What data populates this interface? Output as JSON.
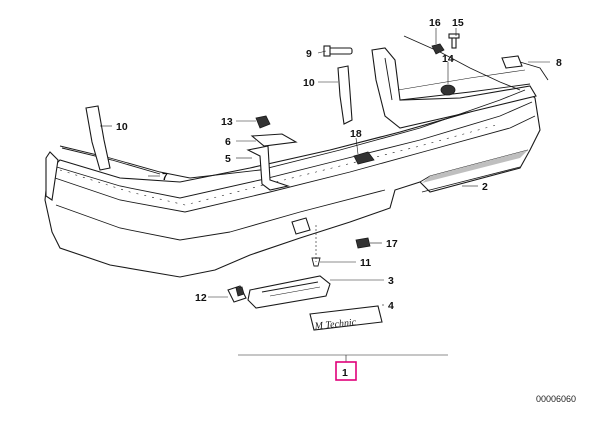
{
  "diagram": {
    "callouts": [
      {
        "id": "16",
        "text": "16"
      },
      {
        "id": "15",
        "text": "15"
      },
      {
        "id": "9",
        "text": "9"
      },
      {
        "id": "8",
        "text": "8"
      },
      {
        "id": "14",
        "text": "14"
      },
      {
        "id": "10a",
        "text": "10"
      },
      {
        "id": "10b",
        "text": "10"
      },
      {
        "id": "13",
        "text": "13"
      },
      {
        "id": "18",
        "text": "18"
      },
      {
        "id": "6",
        "text": "6"
      },
      {
        "id": "5",
        "text": "5"
      },
      {
        "id": "7",
        "text": "7"
      },
      {
        "id": "2",
        "text": "2"
      },
      {
        "id": "17",
        "text": "17"
      },
      {
        "id": "11",
        "text": "11"
      },
      {
        "id": "3",
        "text": "3"
      },
      {
        "id": "12",
        "text": "12"
      },
      {
        "id": "4",
        "text": "4"
      }
    ],
    "selected_callout": {
      "text": "1",
      "color": "#e0007a"
    },
    "badge_text": "M Technic",
    "drawing_code": "00006060"
  }
}
